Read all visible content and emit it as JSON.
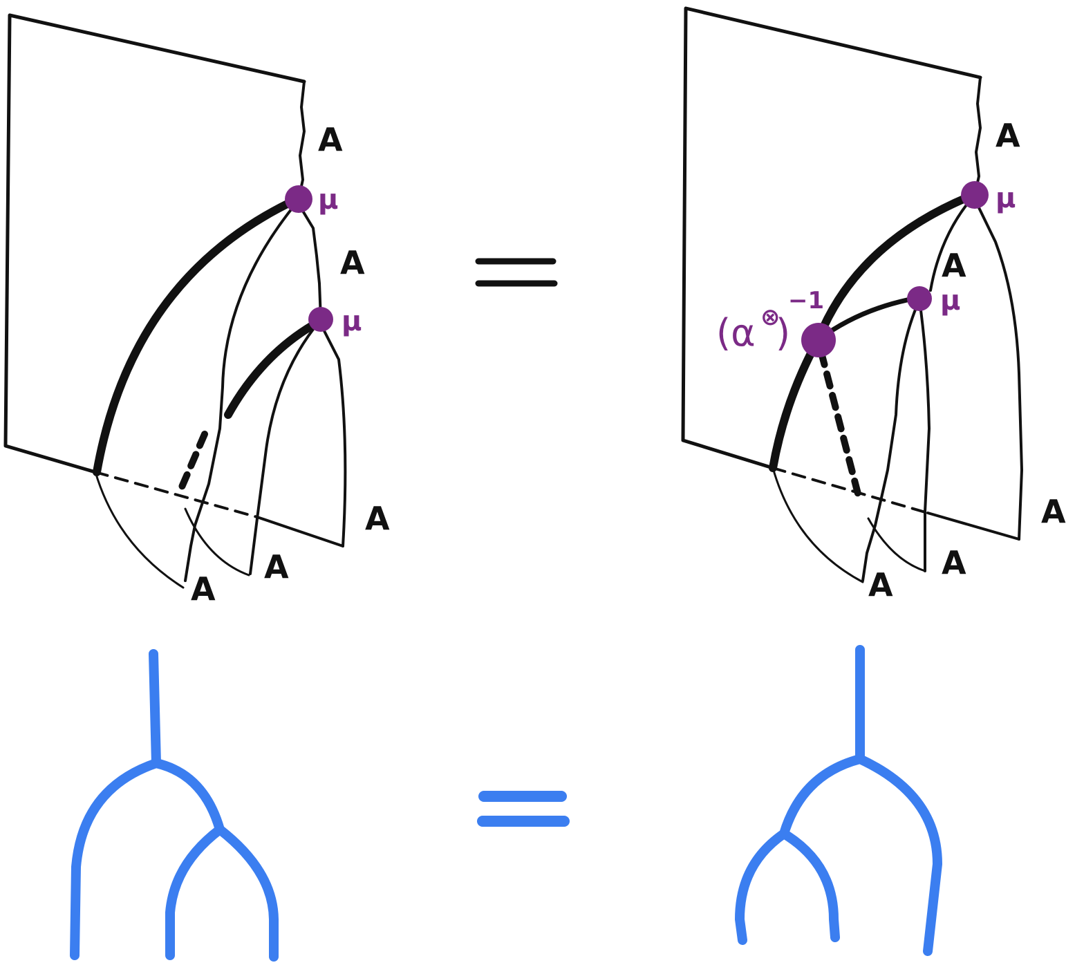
{
  "colors": {
    "ink": "#111111",
    "node": "#7b2a86",
    "tree": "#3b7ef0"
  },
  "left_diagram": {
    "label_top": "A",
    "label_middle": "A",
    "label_right": "A",
    "label_bottom_middle": "A",
    "label_bottom_left": "A",
    "node_upper": "μ",
    "node_lower": "μ"
  },
  "right_diagram": {
    "label_top": "A",
    "label_middle": "A",
    "label_right": "A",
    "label_bottom_middle": "A",
    "label_bottom_left": "A",
    "node_upper": "μ",
    "node_inner": "μ",
    "associator_base": "(α",
    "associator_sup_symbol": "⊗",
    "associator_close": ")",
    "associator_exponent": "−1"
  },
  "equals_sign": "="
}
